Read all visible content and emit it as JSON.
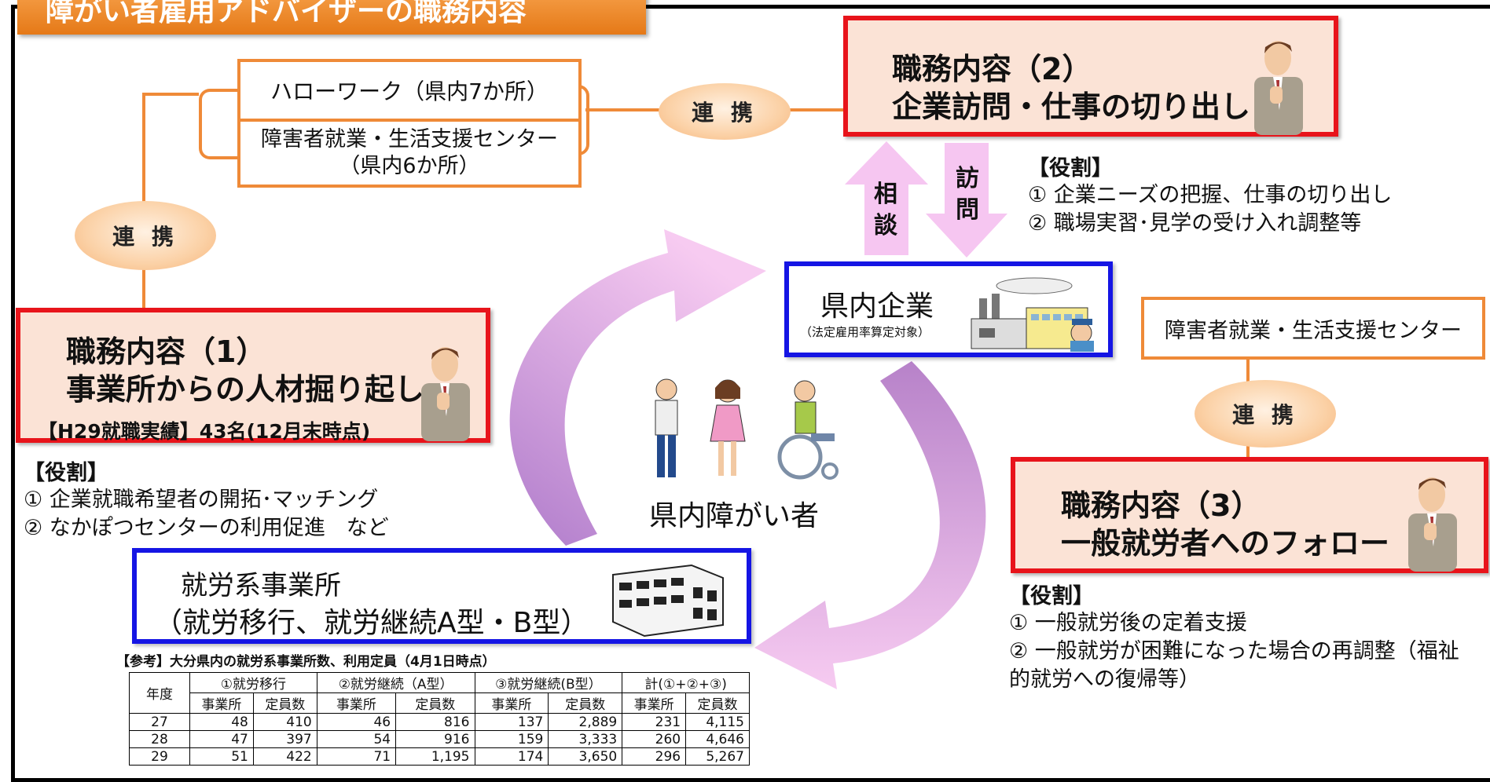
{
  "title": "障がい者雇用アドバイザーの職務内容",
  "hellowork": "ハローワーク（県内7か所）",
  "support_center_1": {
    "line1": "障害者就業・生活支援センター",
    "line2": "（県内6か所）"
  },
  "support_center_2": "障害者就業・生活支援センター",
  "renkei": "連 携",
  "duty1": {
    "line1": "職務内容（1）",
    "line2": "事業所からの人材掘り起し",
    "result": "【H29就職実績】43名(12月末時点)"
  },
  "duty2": {
    "line1": "職務内容（2）",
    "line2": "企業訪問・仕事の切り出し"
  },
  "duty3": {
    "line1": "職務内容（3）",
    "line2": "一般就労者へのフォロー"
  },
  "role_heading": "【役割】",
  "role1": [
    "① 企業就職希望者の開拓･マッチング",
    "② なかぽつセンターの利用促進　など"
  ],
  "role2": [
    "① 企業ニーズの把握、仕事の切り出し",
    "② 職場実習･見学の受け入れ調整等"
  ],
  "role3": [
    "① 一般就労後の定着支援",
    "② 一般就労が困難になった場合の再調整（福祉",
    "的就労への復帰等）"
  ],
  "soudan": [
    "相",
    "談"
  ],
  "houmon": [
    "訪",
    "問"
  ],
  "company": {
    "name": "県内企業",
    "note": "（法定雇用率算定対象）"
  },
  "disabled_people": "県内障がい者",
  "office": {
    "line1": "就労系事業所",
    "line2": "（就労移行、就労継続A型・B型）"
  },
  "table": {
    "caption": "【参考】大分県内の就労系事業所数、利用定員（4月1日時点）",
    "year_header": "年度",
    "groups": [
      "①就労移行",
      "②就労継続（A型）",
      "③就労継続(B型）",
      "計(①+②+③)"
    ],
    "sub_headers": [
      "事業所",
      "定員数"
    ],
    "rows": [
      [
        "27",
        "48",
        "410",
        "46",
        "816",
        "137",
        "2,889",
        "231",
        "4,115"
      ],
      [
        "28",
        "47",
        "397",
        "54",
        "916",
        "159",
        "3,333",
        "260",
        "4,646"
      ],
      [
        "29",
        "51",
        "422",
        "71",
        "1,195",
        "174",
        "3,650",
        "296",
        "5,267"
      ]
    ]
  },
  "colors": {
    "red_border": "#e8141b",
    "blue_border": "#1515e4",
    "orange": "#ef8a38",
    "pink_arrow": "#f6c6f1",
    "purple_arrow": "#c79ad6"
  }
}
